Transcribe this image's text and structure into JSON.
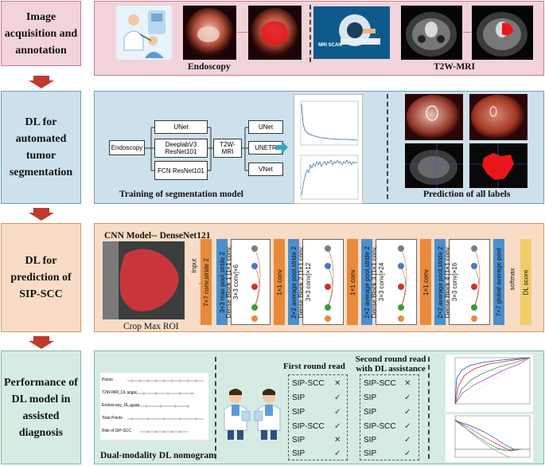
{
  "stages": [
    {
      "label": "Image acquisition and annotation"
    },
    {
      "label": "DL for automated tumor segmentation"
    },
    {
      "label": "DL for prediction of SIP-SCC"
    },
    {
      "label": "Performance of DL model in assisted diagnosis"
    }
  ],
  "stage1": {
    "endoscopy_caption": "Endoscopy",
    "mri_caption": "T2W-MRI",
    "mri_scanner_text": "MRI SCAN"
  },
  "stage2": {
    "endo_root": "Endoscopy",
    "endo_models": [
      "UNet",
      "DeeplabV3 ResNet101",
      "FCN ResNet101"
    ],
    "mri_root": "T2W-MRI",
    "mri_models": [
      "UNet",
      "UNETR",
      "VNet"
    ],
    "training_caption": "Training of segmentation model",
    "prediction_caption": "Prediction of all labels"
  },
  "stage3": {
    "title": "CNN Model-- DenseNet121",
    "roi_caption": "Crop Max ROI",
    "input_label": "Input",
    "layers": [
      "7×7 conv,stride 2",
      "3×3 max pool,stride 2",
      "Dense Block 1 [1×1 conv, 3×3 conv]×6",
      "1×1 conv",
      "2×2 average pool,stride 2",
      "Dense Block 2 [1×1 conv, 3×3 conv]×12",
      "1×1 conv",
      "2×2 average pool,stride 2",
      "Dense Block 3 [1×1 conv, 3×3 conv]×24",
      "1×1 conv",
      "2×2 average pool,stride 2",
      "Dense Block 4 [1×1 conv, 3×3 conv]×16",
      "7×7 global average pool",
      "softmax",
      "DL score"
    ]
  },
  "stage4": {
    "nomogram_caption": "Dual-modality DL nomogram",
    "nomogram_rows": [
      "Points",
      "T2W-MRI_DL score",
      "Endoscopy_DL score",
      "Total Points",
      "Risk of SIP-SCC"
    ],
    "first_read_title": "First round read",
    "second_read_title": "Second round read with DL assistance",
    "first_read": [
      {
        "label": "SIP-SCC",
        "mark": "✕"
      },
      {
        "label": "SIP",
        "mark": "✓"
      },
      {
        "label": "SIP",
        "mark": "✓"
      },
      {
        "label": "SIP-SCC",
        "mark": "✓"
      },
      {
        "label": "SIP",
        "mark": "✕"
      },
      {
        "label": "SIP",
        "mark": "✓"
      }
    ],
    "second_read": [
      {
        "label": "SIP-SCC",
        "mark": "✕"
      },
      {
        "label": "SIP",
        "mark": "✓"
      },
      {
        "label": "SIP",
        "mark": "✓"
      },
      {
        "label": "SIP-SCC",
        "mark": "✓"
      },
      {
        "label": "SIP",
        "mark": "✓"
      },
      {
        "label": "SIP",
        "mark": "✓"
      }
    ]
  },
  "colors": {
    "stage1": "#f2d3da",
    "stage1_border": "#c97a8c",
    "stage2": "#cde1ec",
    "stage2_border": "#6f9db8",
    "stage3": "#f8dcc5",
    "stage3_border": "#d89565",
    "stage4": "#d6ece3",
    "stage4_border": "#7fb69f",
    "arrow": "#c0392b",
    "pool": "#e98a3a",
    "conv": "#4a8fcf",
    "dl_score": "#f1cd6a"
  }
}
